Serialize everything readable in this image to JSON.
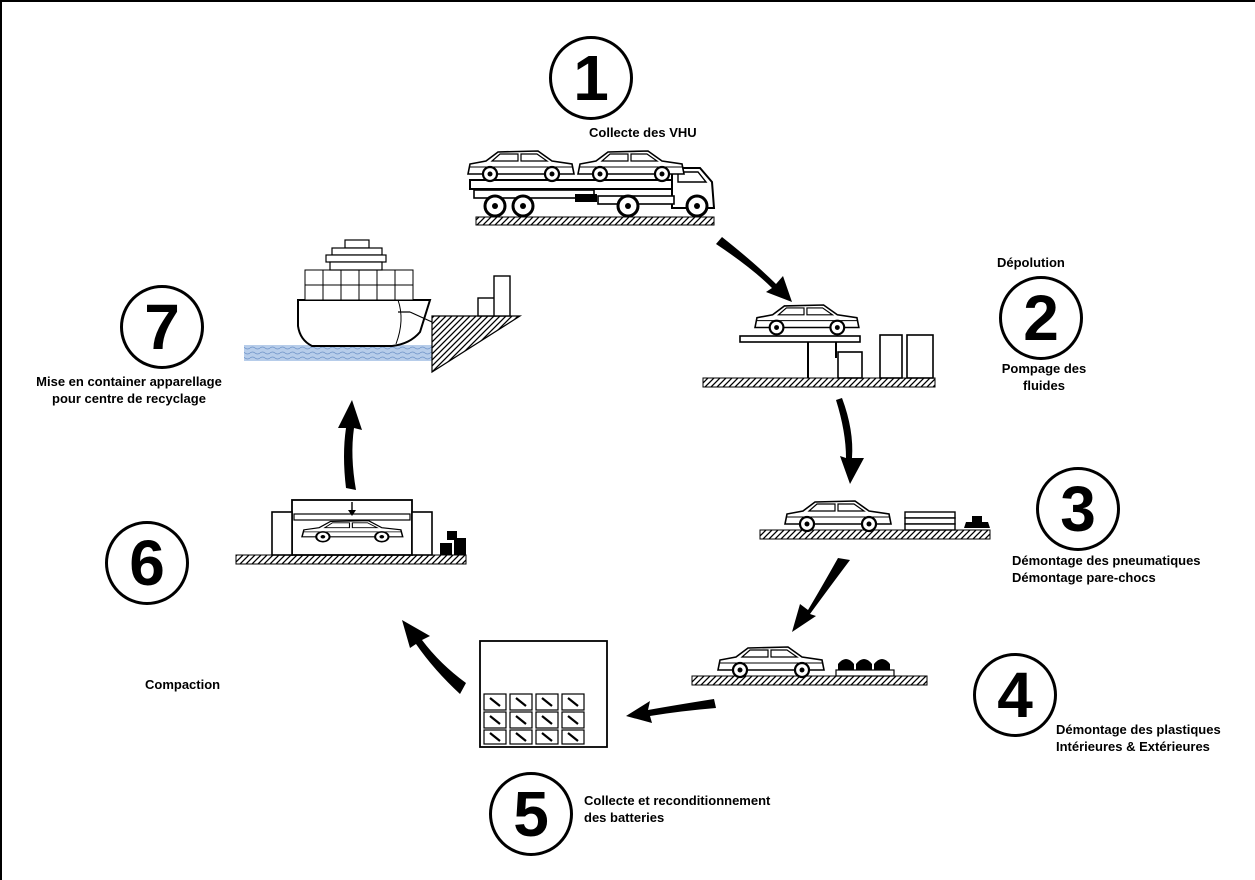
{
  "steps": [
    {
      "number": "1",
      "label_lines": [
        "Collecte des VHU"
      ]
    },
    {
      "number": "2",
      "title": "Dépolution",
      "label_lines": [
        "Pompage des",
        "fluides"
      ]
    },
    {
      "number": "3",
      "label_lines": [
        "Démontage des pneumatiques",
        "Démontage pare-chocs"
      ]
    },
    {
      "number": "4",
      "label_lines": [
        "Démontage des plastiques",
        "Intérieures & Extérieures"
      ]
    },
    {
      "number": "5",
      "label_lines": [
        "Collecte et reconditionnement",
        "des batteries"
      ]
    },
    {
      "number": "6",
      "label_lines": [
        "Compaction"
      ]
    },
    {
      "number": "7",
      "label_lines": [
        "Mise en container apparellage",
        "pour centre de recyclage"
      ]
    }
  ],
  "colors": {
    "ink": "#000000",
    "water": "#9bb8e0"
  }
}
